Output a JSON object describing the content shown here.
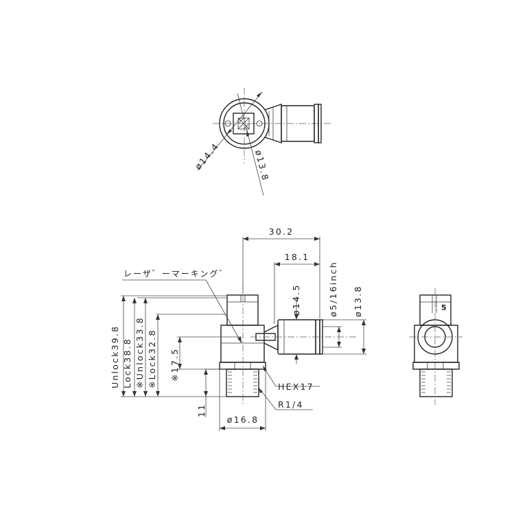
{
  "drawing": {
    "top_view": {
      "dia_14_4": "ø14.4",
      "dia_13_8": "ø13.8"
    },
    "front_view": {
      "overall_width": "30.2",
      "tube_length": "18.1",
      "body_dia": "ø14.5",
      "tube_size": "ø5/16inch",
      "release_dia": "ø13.8",
      "laser_marking": "レーザ゛ーマーキング゛",
      "unlock_39_8": "Unlock39.8",
      "lock_38_8": "Lock38.8",
      "unlock_33_8": "※Unlock33.8",
      "lock_32_8": "※Lock32.8",
      "height_17_5": "※17.5",
      "hex": "HEX17",
      "thread": "R1/4",
      "thread_length": "11",
      "hex_dia": "ø16.8"
    },
    "side_view": {
      "size_mark": "5"
    }
  }
}
